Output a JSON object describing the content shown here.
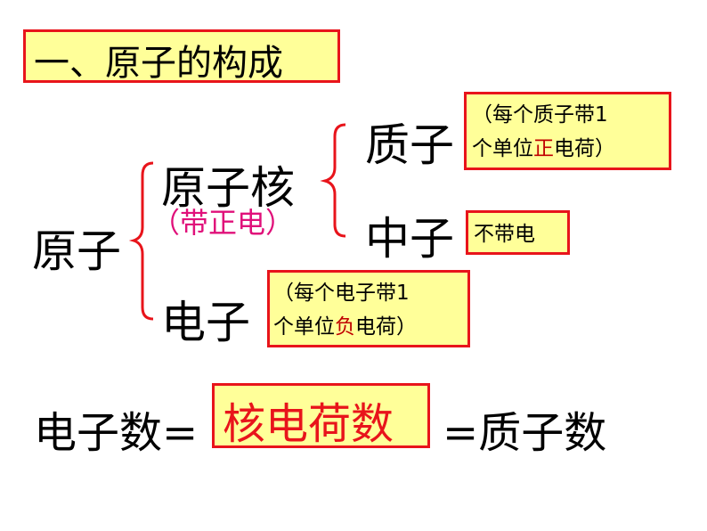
{
  "title": "一、原子的构成",
  "atom_label": "原子",
  "nucleus": {
    "label": "原子核",
    "charge": "（带正电）"
  },
  "proton": {
    "label": "质子",
    "note_line1": "（每个质子带1",
    "note_line2_prefix": "个单位",
    "note_line2_highlight": "正",
    "note_line2_suffix": "电荷）"
  },
  "neutron": {
    "label": "中子",
    "note": "不带电"
  },
  "electron": {
    "label": "电子",
    "note_line1": "（每个电子带1",
    "note_line2_prefix": "个单位",
    "note_line2_highlight": "负",
    "note_line2_suffix": "电荷）"
  },
  "equation": {
    "left": "电子数=",
    "middle": "核电荷数",
    "right": "=质子数"
  },
  "colors": {
    "box_fill": "#ffff99",
    "box_border": "#e8141b",
    "brace": "#e8141b",
    "charge_text": "#e0107a",
    "highlight_text": "#c00000"
  }
}
